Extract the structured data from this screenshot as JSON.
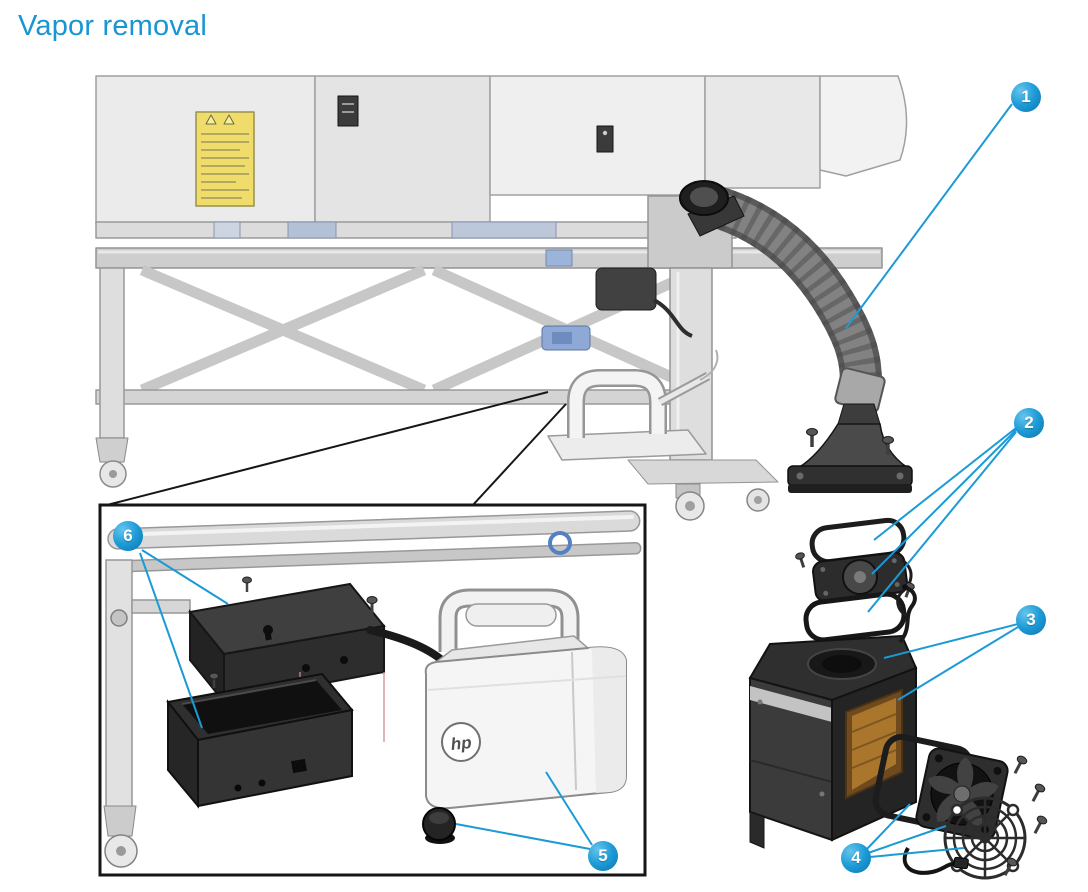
{
  "page": {
    "title": "Vapor removal"
  },
  "callouts": [
    {
      "number": "1"
    },
    {
      "number": "2"
    },
    {
      "number": "3"
    },
    {
      "number": "4"
    },
    {
      "number": "5"
    },
    {
      "number": "6"
    }
  ],
  "inset": {
    "hp_logo": "hp"
  },
  "colors": {
    "title_blue": "#1896d3",
    "callout_blue": "#1e9cd8",
    "leader_blue": "#1b9ad6",
    "warning_label_yellow": "#efdc6b",
    "amber_window": "#a9762c"
  }
}
